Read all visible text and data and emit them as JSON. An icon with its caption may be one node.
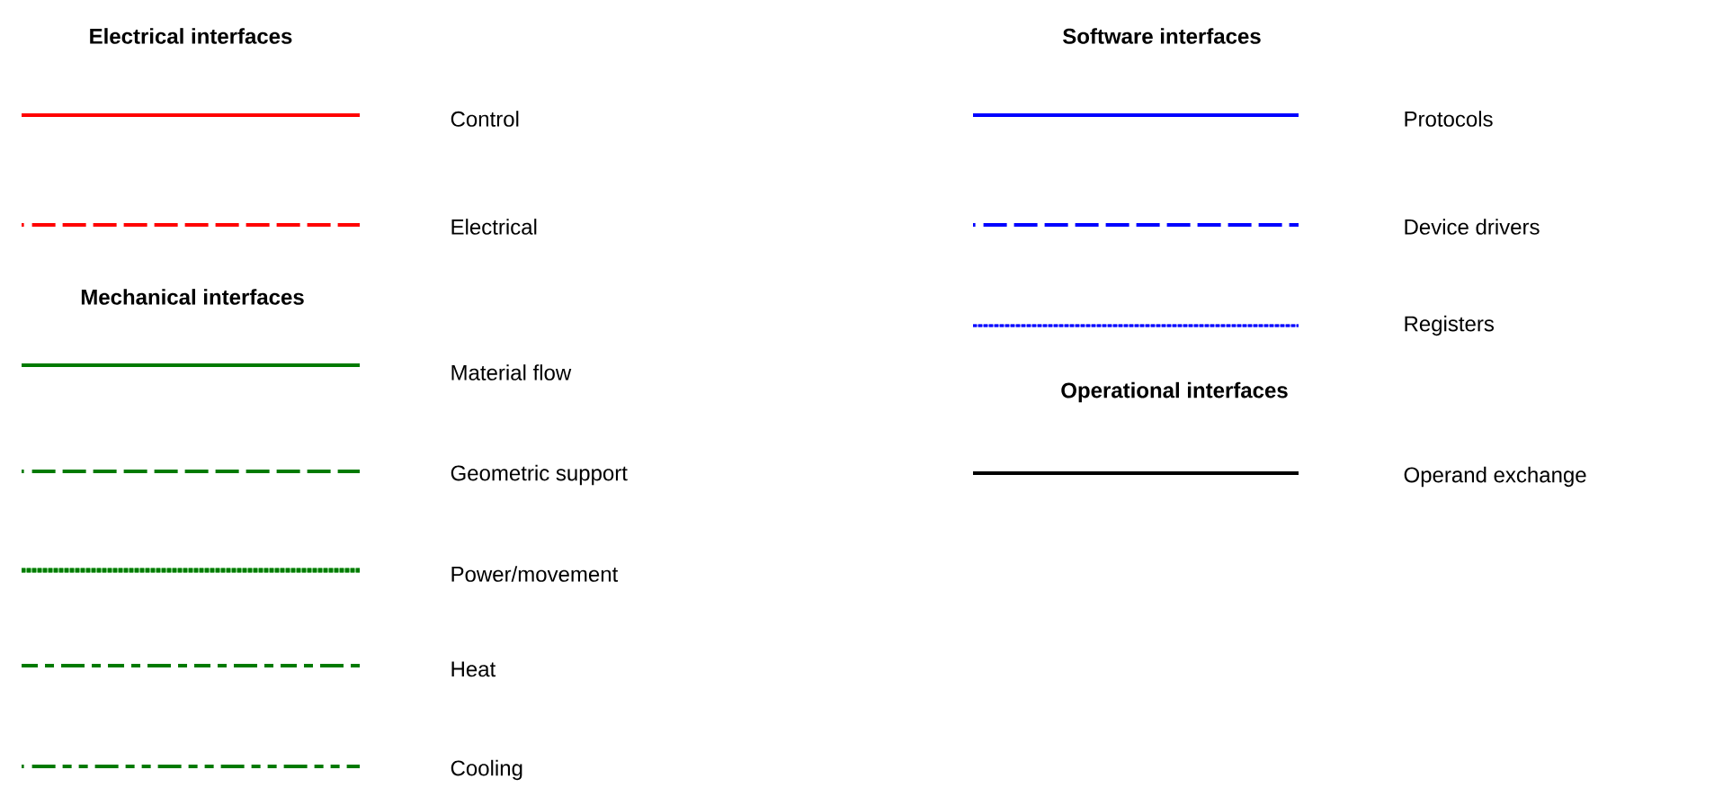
{
  "diagram": {
    "labels": [
      "Electrical interfaces",
      "Software interfaces",
      "Mechanical interfaces",
      "Operational interfaces"
    ],
    "legend": [
      {
        "text": "Control"
      },
      {
        "text": "Electrical"
      },
      {
        "text": "Material flow"
      },
      {
        "text": "Geometric support"
      },
      {
        "text": "Power/movement"
      },
      {
        "text": "Heat"
      },
      {
        "text": "Cooling"
      },
      {
        "text": "Protocols"
      },
      {
        "text": "Device drivers"
      },
      {
        "text": "Registers"
      },
      {
        "text": "Operand exchange"
      }
    ]
  }
}
